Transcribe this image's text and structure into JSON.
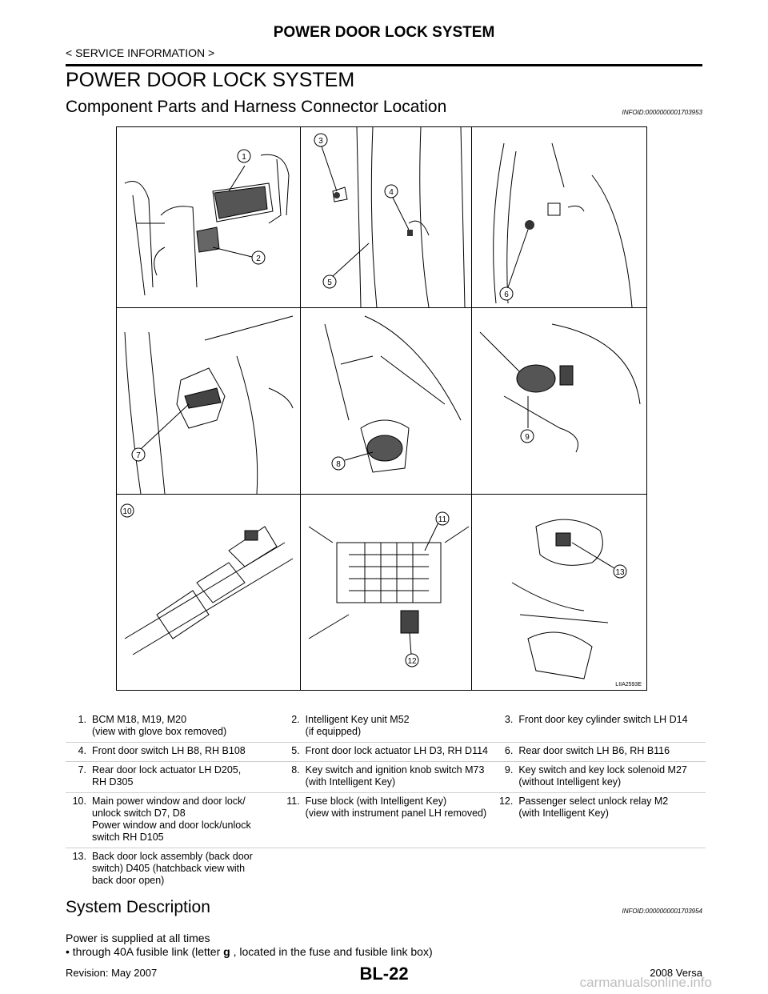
{
  "header": {
    "title": "POWER DOOR LOCK SYSTEM",
    "breadcrumb": "< SERVICE INFORMATION >"
  },
  "main_title": "POWER DOOR LOCK SYSTEM",
  "section1": {
    "title": "Component Parts and Harness Connector Location",
    "infoid": "INFOID:0000000001703953"
  },
  "figure": {
    "code": "LIIA2593E",
    "callouts": [
      "1",
      "2",
      "3",
      "4",
      "5",
      "6",
      "7",
      "8",
      "9",
      "10",
      "11",
      "12",
      "13"
    ]
  },
  "legend": [
    [
      "1.",
      "BCM M18, M19, M20\n(view with glove box removed)"
    ],
    [
      "2.",
      "Intelligent Key unit M52\n(if equipped)"
    ],
    [
      "3.",
      "Front door key cylinder switch LH D14"
    ],
    [
      "4.",
      "Front door switch LH B8, RH B108"
    ],
    [
      "5.",
      "Front door lock actuator LH D3, RH D114"
    ],
    [
      "6.",
      "Rear door switch LH B6, RH B116"
    ],
    [
      "7.",
      "Rear door lock actuator LH D205,\nRH D305"
    ],
    [
      "8.",
      "Key switch and ignition knob switch M73\n(with Intelligent Key)"
    ],
    [
      "9.",
      "Key switch and key lock solenoid M27\n(without Intelligent key)"
    ],
    [
      "10.",
      "Main power window and door lock/\nunlock switch D7, D8\nPower window and door lock/unlock\nswitch RH D105"
    ],
    [
      "11.",
      "Fuse block (with Intelligent Key)\n(view with instrument panel LH removed)"
    ],
    [
      "12.",
      "Passenger select unlock relay M2\n(with Intelligent Key)"
    ],
    [
      "13.",
      "Back door lock assembly (back door\nswitch) D405 (hatchback view with\nback door open)"
    ]
  ],
  "section2": {
    "title": "System Description",
    "infoid": "INFOID:0000000001703954",
    "p1": "Power is supplied at all times",
    "p2_bullet": "•",
    "p2_pre": "through 40A fusible link (letter ",
    "p2_bold": "g",
    "p2_post": " , located in the fuse and fusible link box)"
  },
  "footer": {
    "revision": "Revision: May 2007",
    "page": "BL-22",
    "model": "2008 Versa",
    "watermark": "carmanualsonline.info"
  }
}
